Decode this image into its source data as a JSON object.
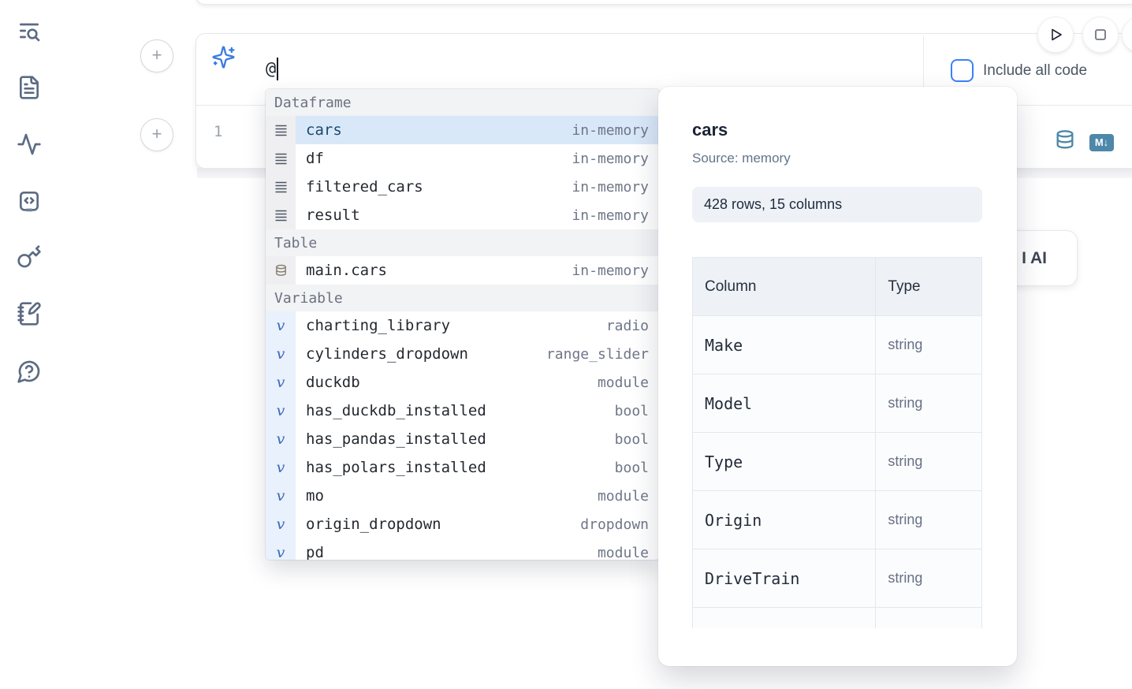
{
  "accent_colors": {
    "blue": "#3b82f6",
    "steel_blue": "#4d87a9",
    "selected_row_bg": "#d9e8f8"
  },
  "sidebar": {
    "icons": [
      "list-search-icon",
      "file-text-icon",
      "activity-icon",
      "code-snippet-icon",
      "key-icon",
      "notebook-pen-icon",
      "help-chat-icon"
    ]
  },
  "ai_prompt": {
    "value": "@"
  },
  "toolbar": {
    "include_all_code_label": "Include all code",
    "run_icon": "play-icon",
    "stop_icon": "stop-icon"
  },
  "editor": {
    "line_number": "1",
    "icons": [
      "database-icon",
      "markdown-icon"
    ]
  },
  "ai_button": {
    "visible_label": "I AI"
  },
  "completion": {
    "sections": [
      {
        "label": "Dataframe",
        "kind": "dataframe",
        "items": [
          {
            "name": "cars",
            "type": "in-memory",
            "selected": true
          },
          {
            "name": "df",
            "type": "in-memory"
          },
          {
            "name": "filtered_cars",
            "type": "in-memory"
          },
          {
            "name": "result",
            "type": "in-memory"
          }
        ]
      },
      {
        "label": "Table",
        "kind": "table",
        "items": [
          {
            "name": "main.cars",
            "type": "in-memory"
          }
        ]
      },
      {
        "label": "Variable",
        "kind": "variable",
        "items": [
          {
            "name": "charting_library",
            "type": "radio"
          },
          {
            "name": "cylinders_dropdown",
            "type": "range_slider"
          },
          {
            "name": "duckdb",
            "type": "module"
          },
          {
            "name": "has_duckdb_installed",
            "type": "bool"
          },
          {
            "name": "has_pandas_installed",
            "type": "bool"
          },
          {
            "name": "has_polars_installed",
            "type": "bool"
          },
          {
            "name": "mo",
            "type": "module"
          },
          {
            "name": "origin_dropdown",
            "type": "dropdown"
          },
          {
            "name": "pd",
            "type": "module"
          }
        ]
      }
    ]
  },
  "preview_panel": {
    "title": "cars",
    "source_label": "Source: memory",
    "shape_badge": "428 rows, 15 columns",
    "table": {
      "headers": [
        "Column",
        "Type"
      ],
      "rows": [
        [
          "Make",
          "string"
        ],
        [
          "Model",
          "string"
        ],
        [
          "Type",
          "string"
        ],
        [
          "Origin",
          "string"
        ],
        [
          "DriveTrain",
          "string"
        ]
      ]
    }
  }
}
